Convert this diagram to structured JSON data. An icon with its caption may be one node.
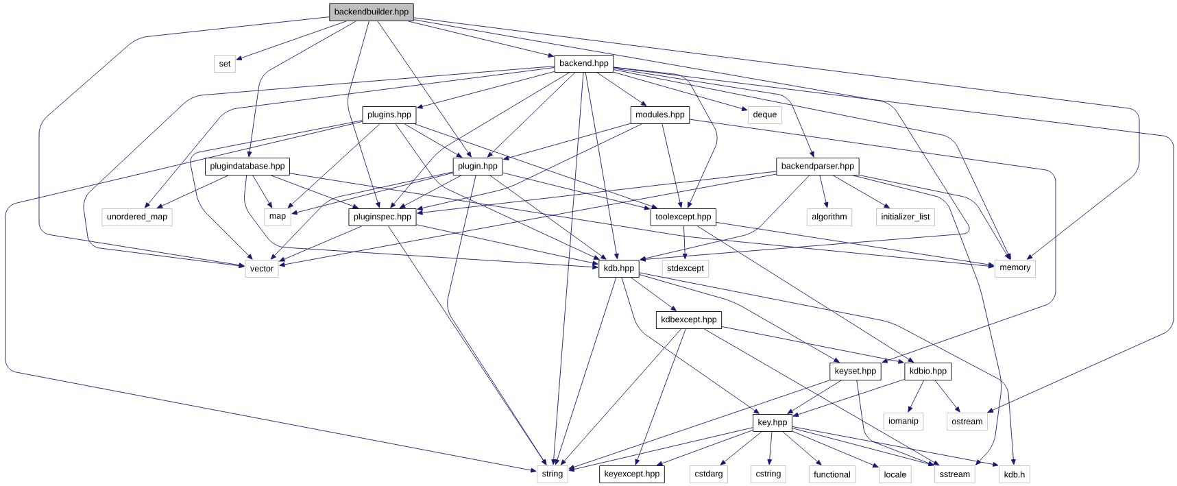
{
  "diagram": {
    "nodes": [
      {
        "text": [
          "backendbuilder.hpp"
        ]
      },
      {
        "text": [
          "set"
        ]
      },
      {
        "text": [
          "backend.hpp"
        ]
      },
      {
        "text": [
          "plugins.hpp"
        ]
      },
      {
        "text": [
          "modules.hpp"
        ]
      },
      {
        "text": [
          "deque"
        ]
      },
      {
        "text": [
          "plugindatabase.hpp"
        ]
      },
      {
        "text": [
          "plugin.hpp"
        ]
      },
      {
        "text": [
          "backendparser.hpp"
        ]
      },
      {
        "text": [
          "unordered_map"
        ]
      },
      {
        "text": [
          "map"
        ]
      },
      {
        "text": [
          "pluginspec.hpp"
        ]
      },
      {
        "text": [
          "toolexcept.hpp"
        ]
      },
      {
        "text": [
          "algorithm"
        ]
      },
      {
        "text": [
          "initializer_list"
        ]
      },
      {
        "text": [
          "vector"
        ]
      },
      {
        "text": [
          "kdb.hpp"
        ]
      },
      {
        "text": [
          "stdexcept"
        ]
      },
      {
        "text": [
          "memory"
        ]
      },
      {
        "text": [
          "kdbexcept.hpp"
        ]
      },
      {
        "text": [
          "keyset.hpp"
        ]
      },
      {
        "text": [
          "kdbio.hpp"
        ]
      },
      {
        "text": [
          "key.hpp"
        ]
      },
      {
        "text": [
          "iomanip"
        ]
      },
      {
        "text": [
          "ostream"
        ]
      },
      {
        "text": [
          "string"
        ]
      },
      {
        "text": [
          "keyexcept.hpp"
        ]
      },
      {
        "text": [
          "cstdarg"
        ]
      },
      {
        "text": [
          "cstring"
        ]
      },
      {
        "text": [
          "functional"
        ]
      },
      {
        "text": [
          "locale"
        ]
      },
      {
        "text": [
          "sstream"
        ]
      },
      {
        "text": [
          "kdb.h"
        ]
      }
    ],
    "edges": [
      {
        "from": 0,
        "to": 1,
        "arrow": "to"
      },
      {
        "from": 0,
        "to": 2,
        "arrow": "to"
      },
      {
        "from": 0,
        "to": 6,
        "arrow": "to"
      },
      {
        "from": 0,
        "to": 11,
        "arrow": "to"
      },
      {
        "from": 0,
        "to": 7,
        "arrow": "to"
      },
      {
        "from": 0,
        "to": 15,
        "arrow": "to"
      },
      {
        "from": 0,
        "to": 18,
        "arrow": "to"
      },
      {
        "from": 0,
        "to": 16,
        "arrow": "to"
      },
      {
        "from": 2,
        "to": 3,
        "arrow": "to"
      },
      {
        "from": 2,
        "to": 4,
        "arrow": "to"
      },
      {
        "from": 2,
        "to": 5,
        "arrow": "to"
      },
      {
        "from": 2,
        "to": 8,
        "arrow": "to"
      },
      {
        "from": 2,
        "to": 12,
        "arrow": "to"
      },
      {
        "from": 2,
        "to": 7,
        "arrow": "to"
      },
      {
        "from": 2,
        "to": 11,
        "arrow": "to"
      },
      {
        "from": 2,
        "to": 16,
        "arrow": "to"
      },
      {
        "from": 2,
        "to": 25,
        "arrow": "to"
      },
      {
        "from": 2,
        "to": 15,
        "arrow": "to"
      },
      {
        "from": 2,
        "to": 9,
        "arrow": "to"
      },
      {
        "from": 2,
        "to": 18,
        "arrow": "to"
      },
      {
        "from": 2,
        "to": 24,
        "arrow": "to"
      },
      {
        "from": 3,
        "to": 25,
        "arrow": "to"
      },
      {
        "from": 3,
        "to": 15,
        "arrow": "to"
      },
      {
        "from": 3,
        "to": 10,
        "arrow": "to"
      },
      {
        "from": 3,
        "to": 7,
        "arrow": "to"
      },
      {
        "from": 3,
        "to": 16,
        "arrow": "to"
      },
      {
        "from": 3,
        "to": 12,
        "arrow": "to"
      },
      {
        "from": 4,
        "to": 7,
        "arrow": "to"
      },
      {
        "from": 4,
        "to": 11,
        "arrow": "to"
      },
      {
        "from": 4,
        "to": 12,
        "arrow": "to"
      },
      {
        "from": 4,
        "to": 20,
        "arrow": "to"
      },
      {
        "from": 6,
        "to": 9,
        "arrow": "to"
      },
      {
        "from": 6,
        "to": 10,
        "arrow": "to"
      },
      {
        "from": 6,
        "to": 11,
        "arrow": "to"
      },
      {
        "from": 6,
        "to": 16,
        "arrow": "to"
      },
      {
        "from": 6,
        "to": 18,
        "arrow": "to"
      },
      {
        "from": 7,
        "to": 10,
        "arrow": "to"
      },
      {
        "from": 7,
        "to": 15,
        "arrow": "to"
      },
      {
        "from": 7,
        "to": 11,
        "arrow": "to"
      },
      {
        "from": 7,
        "to": 25,
        "arrow": "to"
      },
      {
        "from": 7,
        "to": 16,
        "arrow": "to"
      },
      {
        "from": 7,
        "to": 12,
        "arrow": "to"
      },
      {
        "from": 8,
        "to": 11,
        "arrow": "to"
      },
      {
        "from": 8,
        "to": 15,
        "arrow": "to"
      },
      {
        "from": 8,
        "to": 16,
        "arrow": "to"
      },
      {
        "from": 8,
        "to": 13,
        "arrow": "to"
      },
      {
        "from": 8,
        "to": 14,
        "arrow": "to"
      },
      {
        "from": 8,
        "to": 18,
        "arrow": "to"
      },
      {
        "from": 8,
        "to": 31,
        "arrow": "to"
      },
      {
        "from": 11,
        "to": 15,
        "arrow": "to"
      },
      {
        "from": 11,
        "to": 16,
        "arrow": "to"
      },
      {
        "from": 11,
        "to": 25,
        "arrow": "to"
      },
      {
        "from": 12,
        "to": 17,
        "arrow": "to"
      },
      {
        "from": 12,
        "to": 18,
        "arrow": "to"
      },
      {
        "from": 12,
        "to": 21,
        "arrow": "to"
      },
      {
        "from": 16,
        "to": 25,
        "arrow": "to"
      },
      {
        "from": 16,
        "to": 19,
        "arrow": "to"
      },
      {
        "from": 16,
        "to": 22,
        "arrow": "to"
      },
      {
        "from": 16,
        "to": 20,
        "arrow": "to"
      },
      {
        "from": 16,
        "to": 32,
        "arrow": "to"
      },
      {
        "from": 19,
        "to": 25,
        "arrow": "to"
      },
      {
        "from": 19,
        "to": 26,
        "arrow": "to"
      },
      {
        "from": 19,
        "to": 21,
        "arrow": "to"
      },
      {
        "from": 19,
        "to": 31,
        "arrow": "to"
      },
      {
        "from": 20,
        "to": 25,
        "arrow": "to"
      },
      {
        "from": 20,
        "to": 22,
        "arrow": "to"
      },
      {
        "from": 20,
        "to": 31,
        "arrow": "to"
      },
      {
        "from": 21,
        "to": 22,
        "arrow": "to"
      },
      {
        "from": 21,
        "to": 23,
        "arrow": "to"
      },
      {
        "from": 21,
        "to": 24,
        "arrow": "to"
      },
      {
        "from": 22,
        "to": 25,
        "arrow": "to"
      },
      {
        "from": 22,
        "to": 26,
        "arrow": "to"
      },
      {
        "from": 22,
        "to": 27,
        "arrow": "to"
      },
      {
        "from": 22,
        "to": 28,
        "arrow": "to"
      },
      {
        "from": 22,
        "to": 29,
        "arrow": "to"
      },
      {
        "from": 22,
        "to": 30,
        "arrow": "to"
      },
      {
        "from": 22,
        "to": 31,
        "arrow": "to"
      },
      {
        "from": 22,
        "to": 32,
        "arrow": "to"
      }
    ]
  }
}
